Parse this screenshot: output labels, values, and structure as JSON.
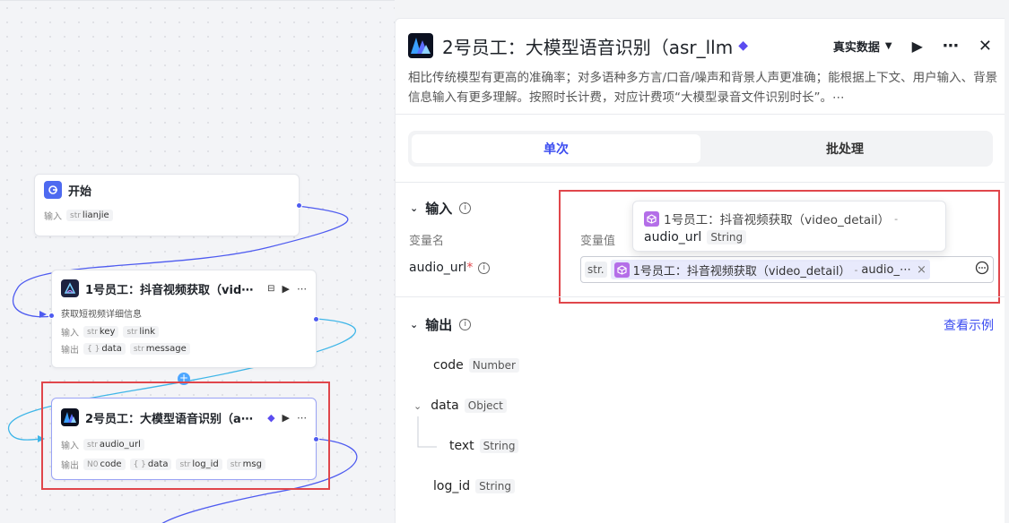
{
  "canvas": {
    "start_node": {
      "title": "开始",
      "input_label": "输入",
      "inputs": [
        {
          "type": "str",
          "name": "lianjie"
        }
      ]
    },
    "node1": {
      "title": "1号员工：抖音视频获取（vid⋯",
      "description": "获取短视频详细信息",
      "input_label": "输入",
      "output_label": "输出",
      "inputs": [
        {
          "type": "str",
          "name": "key"
        },
        {
          "type": "str",
          "name": "link"
        }
      ],
      "outputs": [
        {
          "type": "{ }",
          "name": "data"
        },
        {
          "type": "str",
          "name": "message"
        }
      ],
      "more": "⋯"
    },
    "node2": {
      "title": "2号员工：大模型语音识别（a⋯",
      "input_label": "输入",
      "output_label": "输出",
      "inputs": [
        {
          "type": "str",
          "name": "audio_url"
        }
      ],
      "outputs": [
        {
          "type": "N0",
          "name": "code"
        },
        {
          "type": "{ }",
          "name": "data"
        },
        {
          "type": "str",
          "name": "log_id"
        },
        {
          "type": "str",
          "name": "msg"
        }
      ],
      "more": "⋯"
    },
    "plus": "+"
  },
  "panel": {
    "title": "2号员工：大模型语音识别（asr_llm",
    "data_mode": "真实数据",
    "more": "⋯",
    "close": "✕",
    "description": "相比传统模型有更高的准确率；对多语种多方言/口音/噪声和背景人声更准确；能根据上下文、用户输入、背景信息输入有更多理解。按照时长计费，对应计费项“大模型录音文件识别时长”。⋯",
    "tabs": [
      "单次",
      "批处理"
    ],
    "input_section": {
      "title": "输入",
      "col_name": "变量名",
      "col_value": "变量值",
      "param_name": "audio_url",
      "required_mark": "*",
      "value_type": "str.",
      "ref_node": "1号员工：抖音视频获取（video_detail）",
      "ref_sep": "-",
      "ref_var": "audio_⋯",
      "clear": "×"
    },
    "popup": {
      "node": "1号员工：抖音视频获取（video_detail）",
      "sep": "-",
      "var": "audio_url",
      "type": "String"
    },
    "output_section": {
      "title": "输出",
      "example_link": "查看示例",
      "fields": [
        {
          "name": "code",
          "type": "Number"
        },
        {
          "name": "data",
          "type": "Object"
        },
        {
          "name": "text",
          "type": "String"
        },
        {
          "name": "log_id",
          "type": "String"
        }
      ]
    }
  },
  "colors": {
    "accent": "#3b4cf0",
    "highlight_box": "#e0464b",
    "wire": "#4e5bf0",
    "wire_alt": "#3fb6e8"
  }
}
